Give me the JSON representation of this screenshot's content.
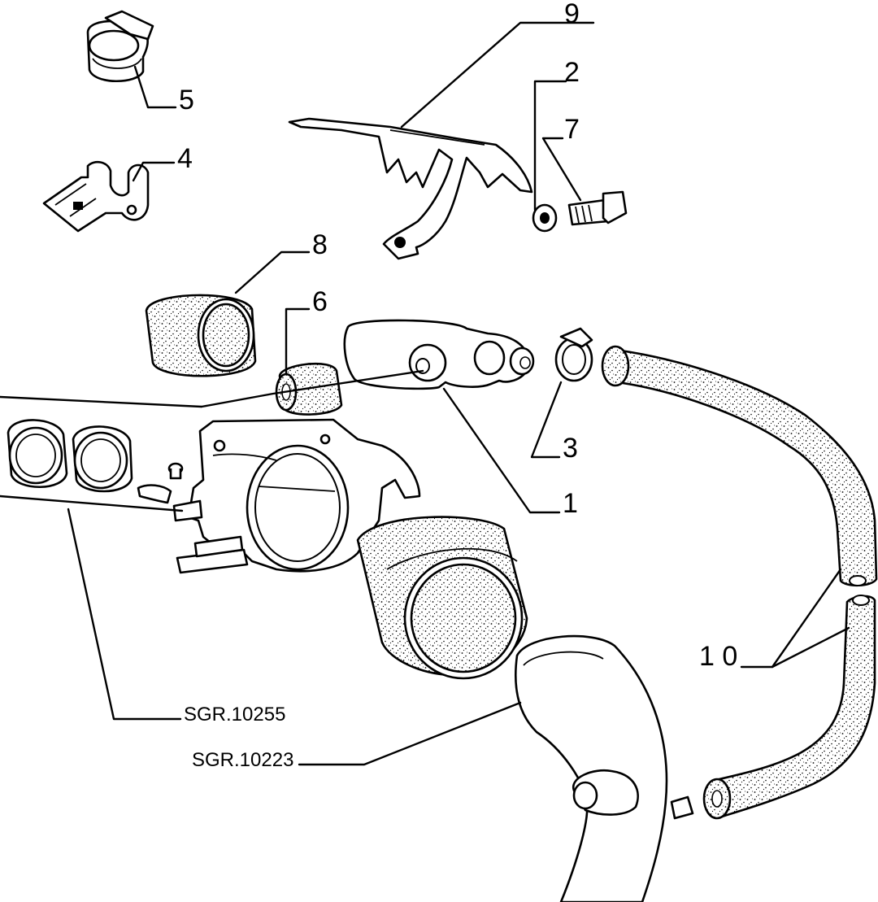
{
  "callouts": {
    "p1": "1",
    "p2": "2",
    "p3": "3",
    "p4": "4",
    "p5": "5",
    "p6": "6",
    "p7": "7",
    "p8": "8",
    "p9": "9",
    "p10": "1 0"
  },
  "references": {
    "ref_a": "SGR.10255",
    "ref_b": "SGR.10223"
  }
}
